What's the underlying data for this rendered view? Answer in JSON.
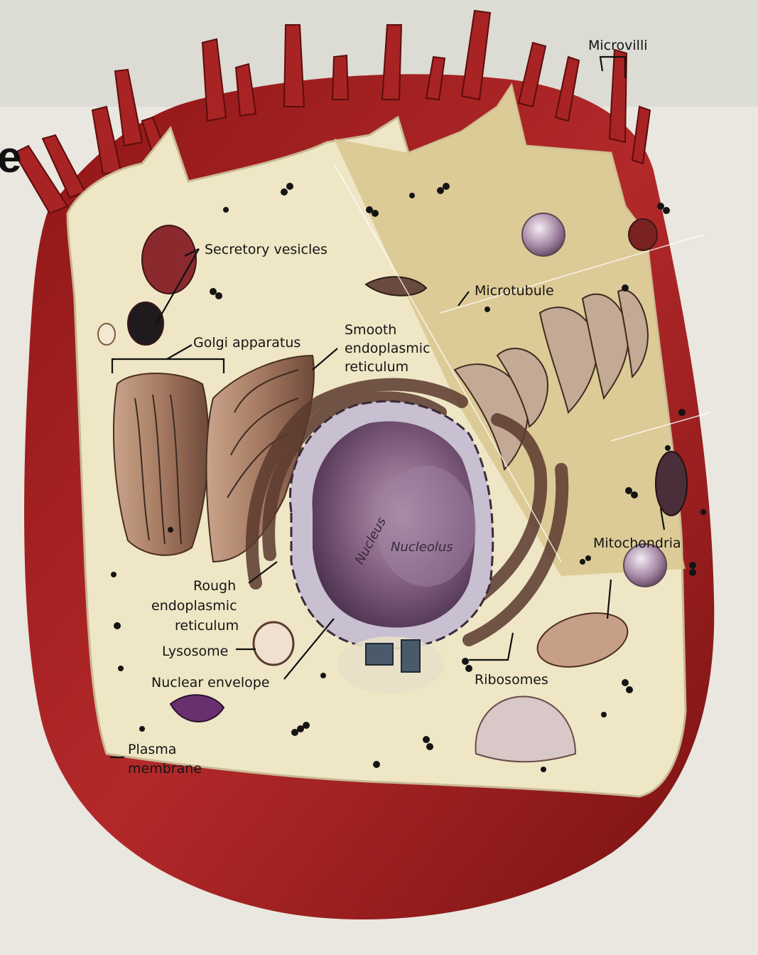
{
  "page": {
    "edge_text": "e",
    "colors": {
      "membrane_red": "#a31f1f",
      "cytoplasm_cream": "#efe6c6",
      "cut_face_tan": "#d9c58e",
      "nucleus_purple": "#8c6a8c",
      "background_paper": "#e9e7df"
    }
  },
  "labels": {
    "microvilli": "Microvilli",
    "secretory_vesicles": "Secretory vesicles",
    "microtubule": "Microtubule",
    "golgi_apparatus": "Golgi apparatus",
    "smooth_er": [
      "Smooth",
      "endoplasmic",
      "reticulum"
    ],
    "nucleus": "Nucleus",
    "nucleolus": "Nucleolus",
    "mitochondria": "Mitochondria",
    "rough_er": [
      "Rough",
      "endoplasmic",
      "reticulum"
    ],
    "lysosome": "Lysosome",
    "nuclear_envelope": "Nuclear envelope",
    "ribosomes": "Ribosomes",
    "plasma_membrane": [
      "Plasma",
      "membrane"
    ]
  }
}
